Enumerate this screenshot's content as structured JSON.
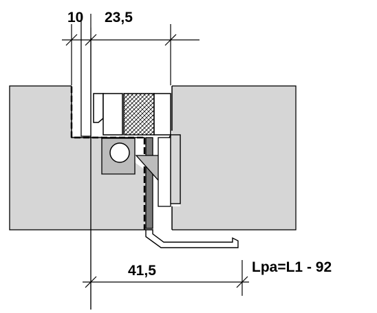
{
  "dimensions": {
    "top_left": "10",
    "top_right": "23,5",
    "bottom_width": "41,5",
    "length_formula": "Lpa=L1 - 92"
  },
  "colors": {
    "frame_fill": "#d6d6d6",
    "profile_fill": "#bcbcbc",
    "dark_profile_fill": "#7a7a7a",
    "line": "#000000",
    "background": "#ffffff"
  }
}
